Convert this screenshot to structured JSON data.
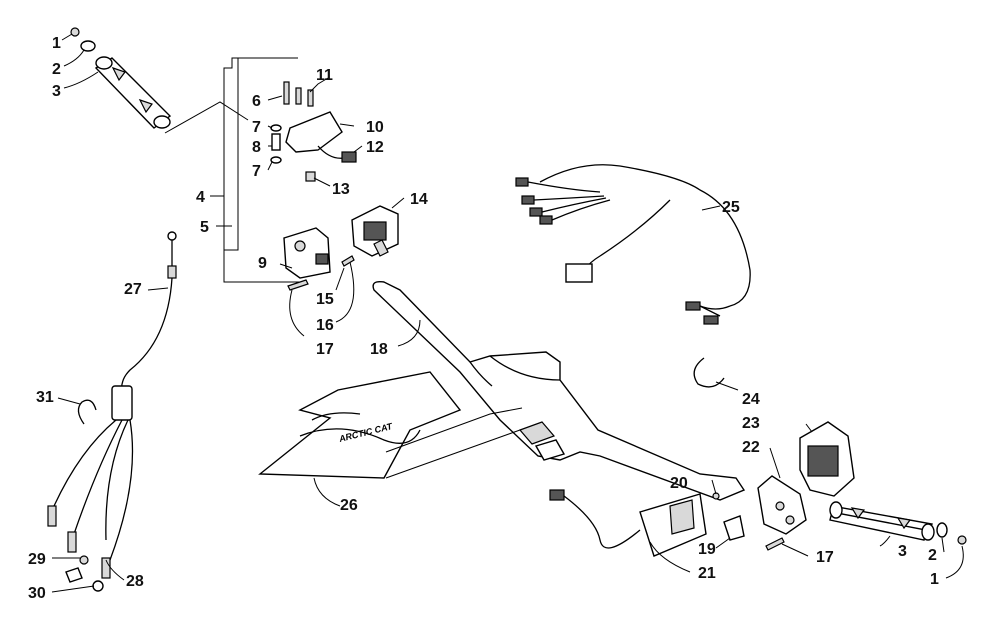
{
  "callouts": [
    {
      "label": "1"
    },
    {
      "label": "2"
    },
    {
      "label": "3"
    },
    {
      "label": "6"
    },
    {
      "label": "11"
    },
    {
      "label": "7"
    },
    {
      "label": "10"
    },
    {
      "label": "8"
    },
    {
      "label": "12"
    },
    {
      "label": "7"
    },
    {
      "label": "13"
    },
    {
      "label": "4"
    },
    {
      "label": "5"
    },
    {
      "label": "14"
    },
    {
      "label": "9"
    },
    {
      "label": "15"
    },
    {
      "label": "16"
    },
    {
      "label": "17"
    },
    {
      "label": "18"
    },
    {
      "label": "27"
    },
    {
      "label": "25"
    },
    {
      "label": "31"
    },
    {
      "label": "24"
    },
    {
      "label": "23"
    },
    {
      "label": "22"
    },
    {
      "label": "26"
    },
    {
      "label": "20"
    },
    {
      "label": "19"
    },
    {
      "label": "21"
    },
    {
      "label": "17"
    },
    {
      "label": "3"
    },
    {
      "label": "2"
    },
    {
      "label": "1"
    },
    {
      "label": "29"
    },
    {
      "label": "28"
    },
    {
      "label": "30"
    }
  ],
  "decal_text": "ARCTIC CAT"
}
